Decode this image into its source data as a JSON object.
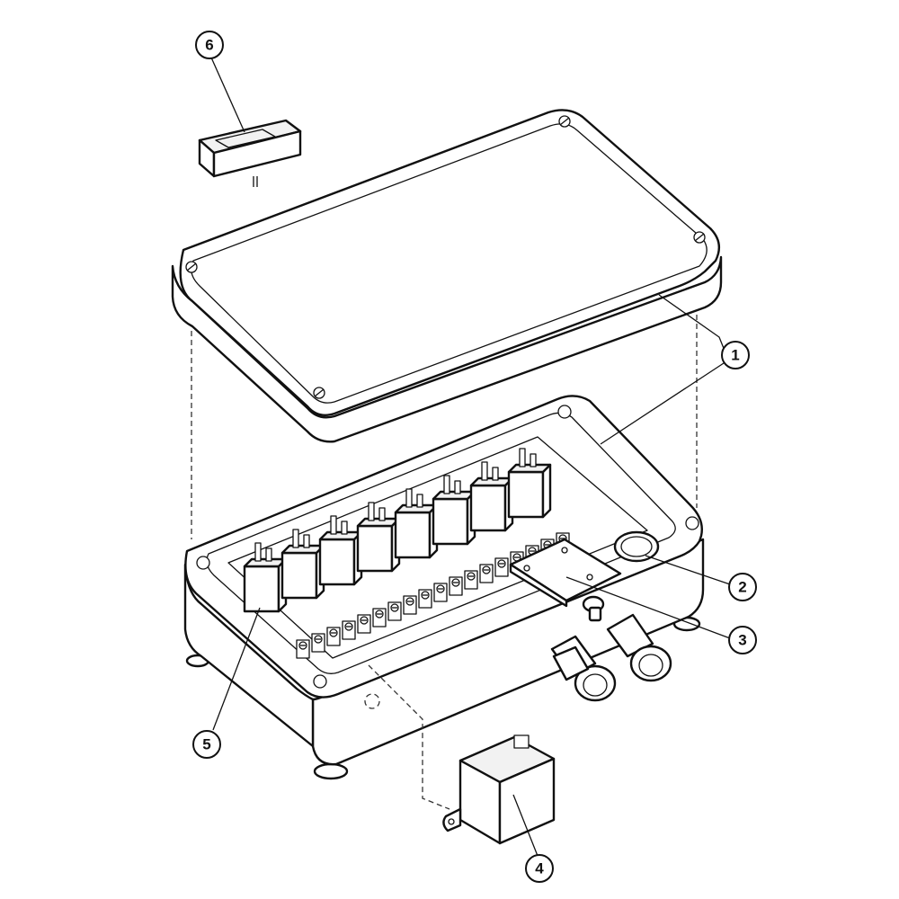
{
  "callouts": [
    {
      "id": "1",
      "label": "1"
    },
    {
      "id": "2",
      "label": "2"
    },
    {
      "id": "3",
      "label": "3"
    },
    {
      "id": "4",
      "label": "4"
    },
    {
      "id": "5",
      "label": "5"
    },
    {
      "id": "6",
      "label": "6"
    }
  ],
  "colors": {
    "stroke": "#111111",
    "background": "#ffffff",
    "shade": "#f2f2f2",
    "window": "#bdbdbd"
  }
}
